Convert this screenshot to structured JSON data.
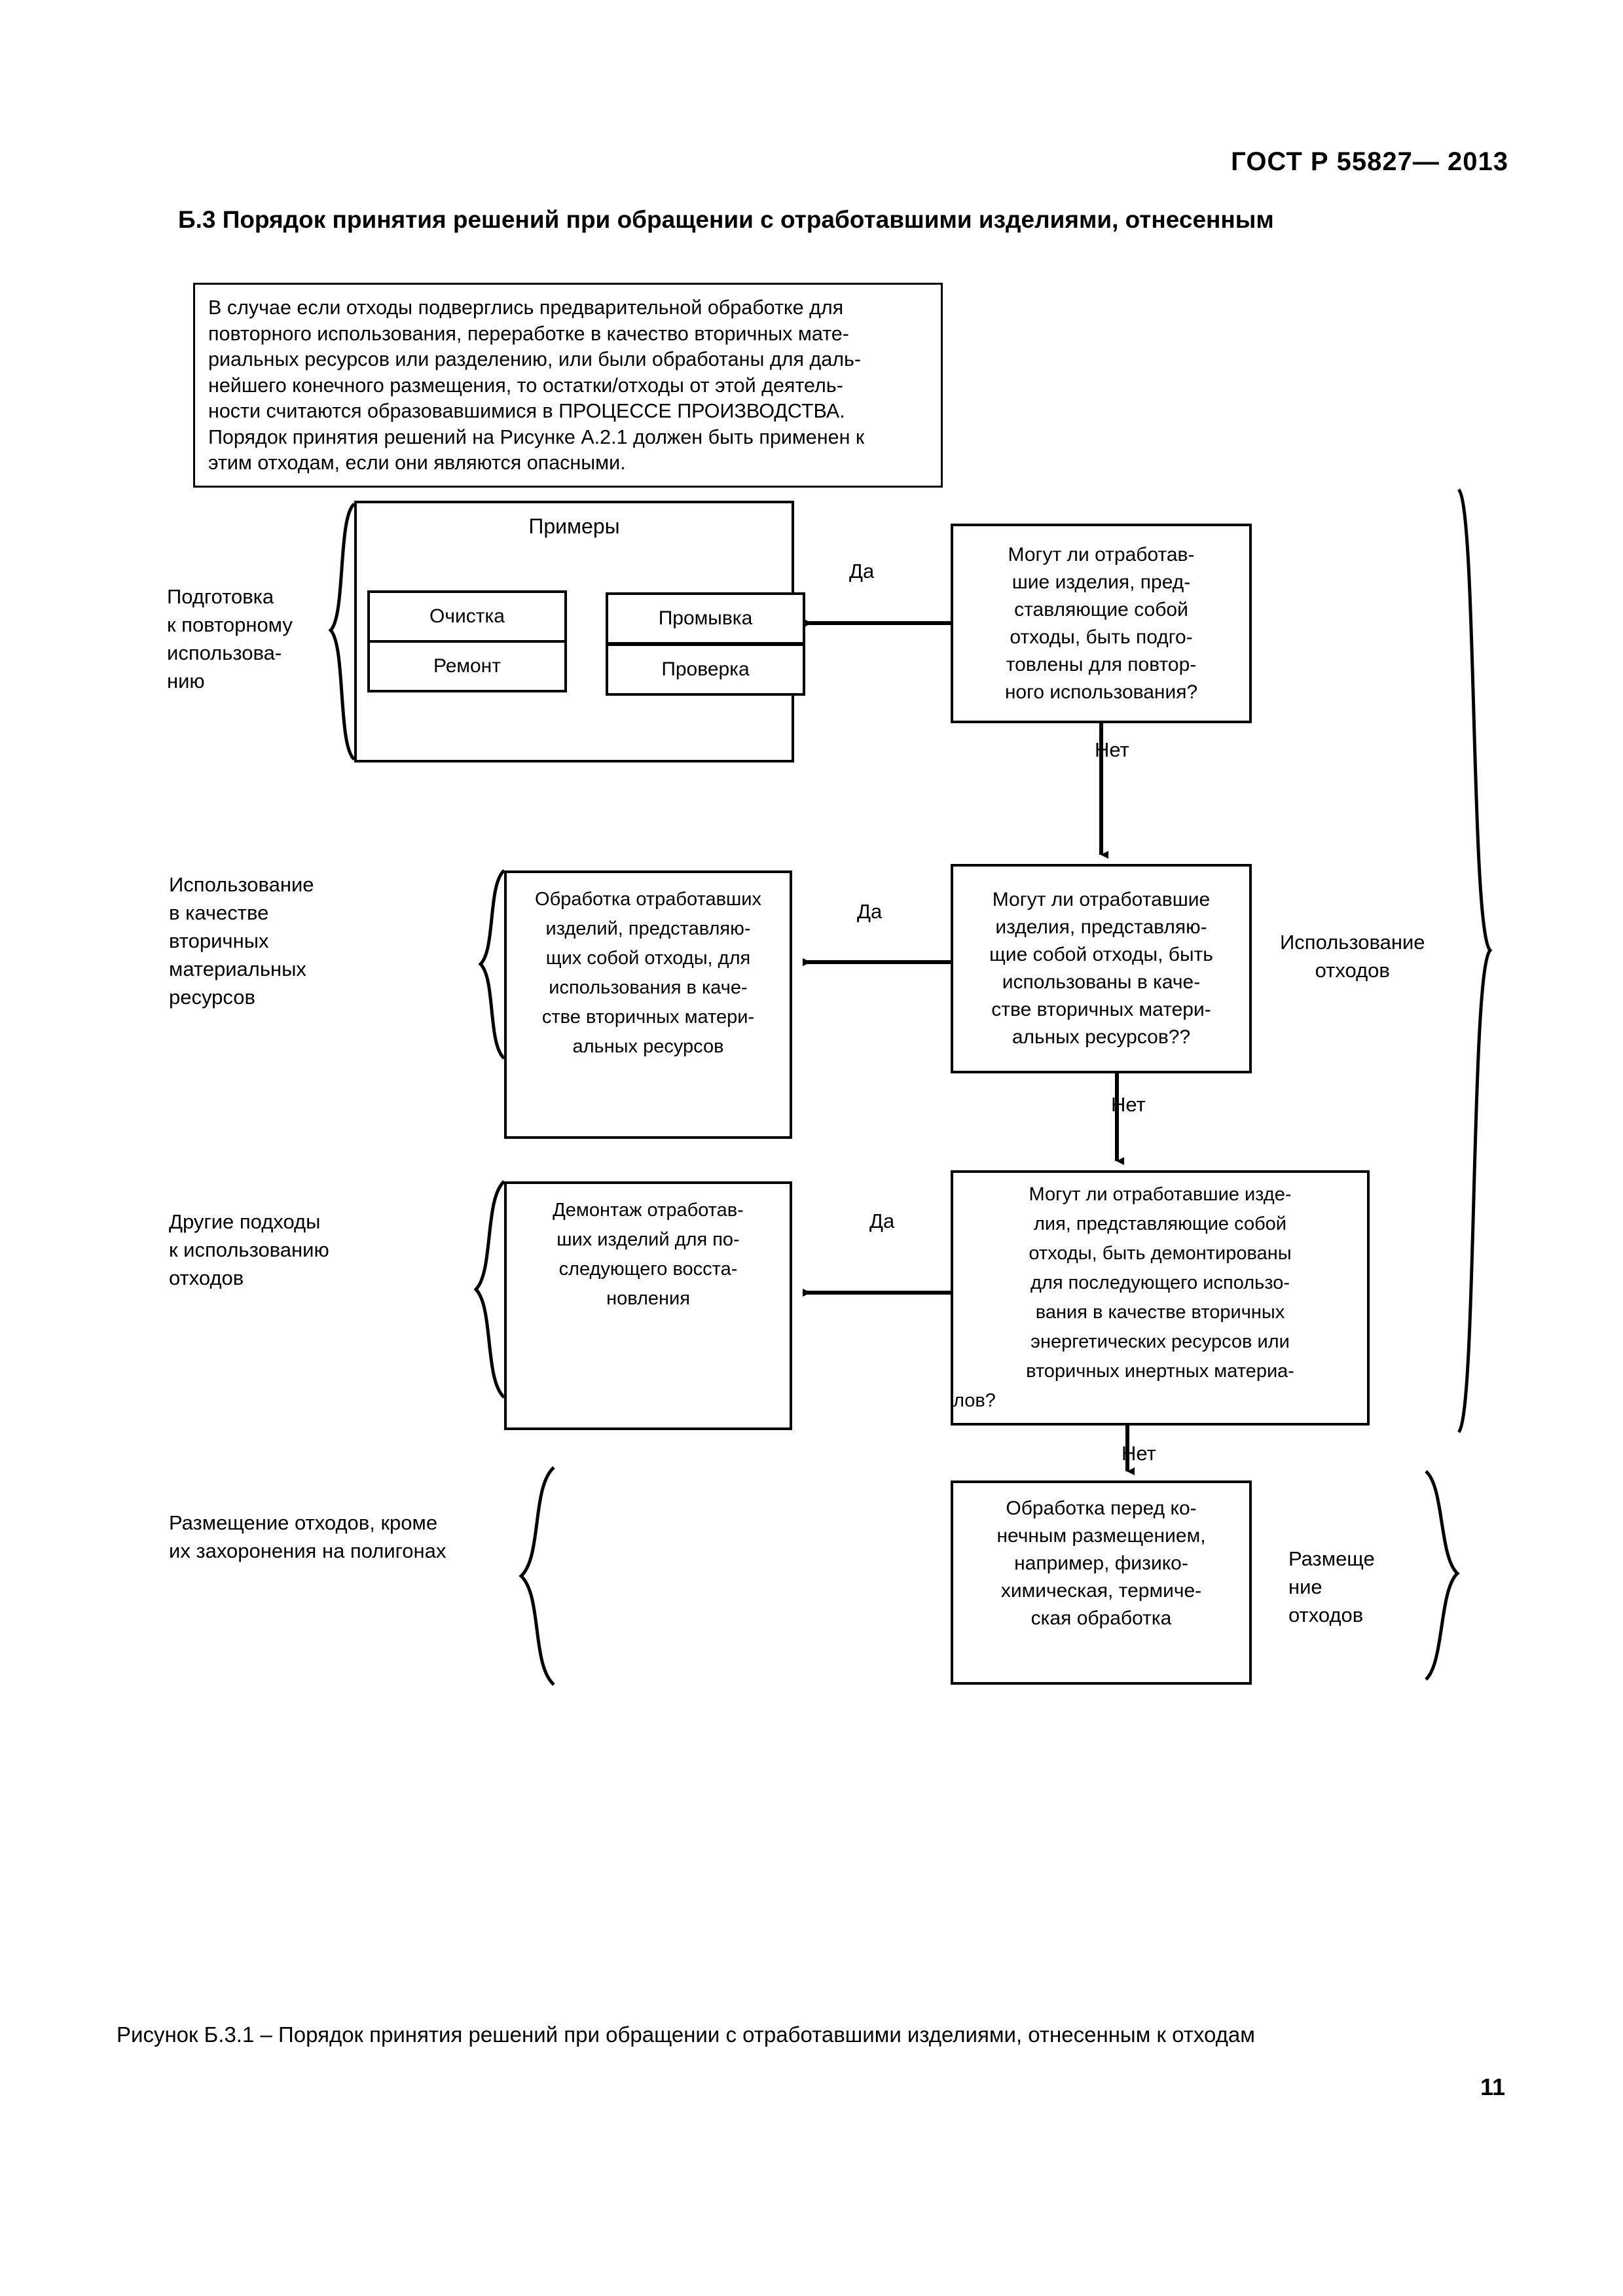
{
  "header": {
    "standard": "ГОСТ Р  55827— 2013",
    "section_title": "Б.3 Порядок принятия решений при обращении с отработавшими изделиями, отнесенным"
  },
  "note": {
    "lines": [
      "В случае если отходы подверглись предварительной обработке для",
      "повторного использования, переработке в качество вторичных мате-",
      "риальных ресурсов или разделению, или были обработаны для даль-",
      "нейшего конечного размещения, то остатки/отходы от этой деятель-",
      "ности считаются образовавшимися в ПРОЦЕССЕ ПРОИЗВОДСТВА.",
      "Порядок принятия решений на Рисунке А.2.1 должен быть применен к",
      "этим отходам, если они являются опасными."
    ]
  },
  "examples": {
    "title": "Примеры",
    "items": [
      {
        "id": "cleaning",
        "label": "Очистка"
      },
      {
        "id": "repair",
        "label": "Ремонт"
      },
      {
        "id": "washing",
        "label": "Промывка"
      },
      {
        "id": "check",
        "label": "Проверка"
      }
    ]
  },
  "stage_labels": {
    "preparation": [
      "Подготовка",
      "к повторному",
      "использова-",
      "нию"
    ],
    "secondary_material": [
      "Использование",
      "в качестве",
      "вторичных",
      "материальных",
      "ресурсов"
    ],
    "other_approaches": [
      "Другие подходы",
      "к использованию",
      "отходов"
    ],
    "disposal": [
      "Размещение отходов, кроме",
      "их захоронения на полигонах"
    ],
    "waste_use_right": [
      "Использование",
      "отходов"
    ],
    "waste_disposal_right": [
      "Размеще",
      "ние",
      "отходов"
    ]
  },
  "decisions": [
    {
      "id": "q1",
      "lines": [
        "Могут ли отработав-",
        "шие изделия, пред-",
        "ставляющие собой",
        "отходы, быть подго-",
        "товлены для повтор-",
        "ного использования?"
      ],
      "yes_label": "Да",
      "no_label": "Нет"
    },
    {
      "id": "q2",
      "lines": [
        "Могут ли отработавшие",
        "изделия, представляю-",
        "щие собой отходы, быть",
        "использованы в каче-",
        "стве вторичных матери-",
        "альных ресурсов??"
      ],
      "yes_label": "Да",
      "no_label": "Нет"
    },
    {
      "id": "q3",
      "lines": [
        "Могут ли отработавшие изде-",
        "лия, представляющие собой",
        "отходы, быть демонтированы",
        "для последующего использо-",
        "вания в качестве вторичных",
        "энергетических ресурсов или",
        "вторичных инертных материа-",
        "лов?"
      ],
      "yes_label": "Да",
      "no_label": "Нет"
    }
  ],
  "actions": {
    "secondary_material": [
      "Обработка отработавших",
      "изделий, представляю-",
      "щих собой отходы, для",
      "использования в каче-",
      "стве вторичных матери-",
      "альных ресурсов"
    ],
    "disassembly": [
      "Демонтаж отработав-",
      "ших изделий для по-",
      "следующего восста-",
      "новления"
    ],
    "final_treatment": [
      "Обработка перед ко-",
      "нечным размещением,",
      "например, физико-",
      "химическая, термиче-",
      "ская обработка"
    ]
  },
  "footer": {
    "caption": "Рисунок Б.3.1 – Порядок принятия решений при  обращении с отработавшими изделиями, отнесенным к отходам",
    "page_number": "11"
  },
  "colors": {
    "ink": "#000000",
    "paper": "#ffffff"
  }
}
